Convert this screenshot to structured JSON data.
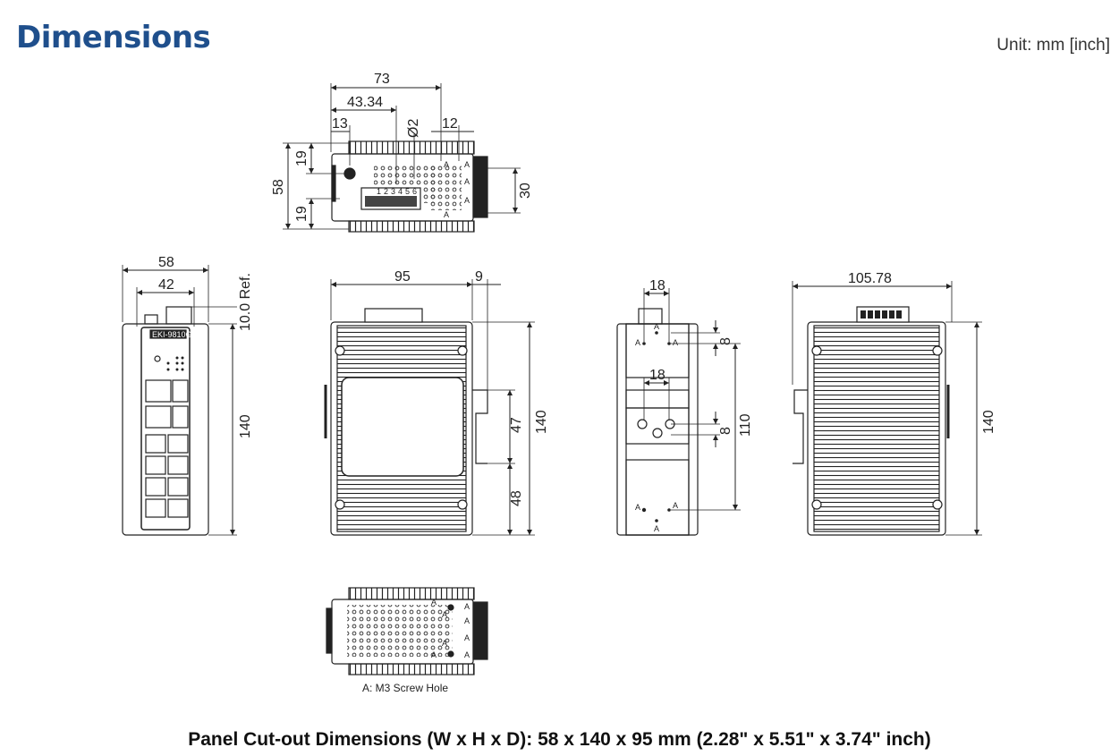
{
  "header": {
    "title": "Dimensions",
    "unit": "Unit: mm [inch]"
  },
  "top_view": {
    "dims": {
      "d73": "73",
      "d43": "43.34",
      "d13": "13",
      "phi2": "Ø2",
      "d12": "12",
      "d58": "58",
      "d19a": "19",
      "d19b": "19",
      "d30": "30"
    },
    "terminal_numbers": [
      "1",
      "2",
      "3",
      "4",
      "5",
      "6"
    ],
    "screw_labels": [
      "A",
      "A",
      "A",
      "A",
      "A"
    ]
  },
  "front_view": {
    "dims": {
      "d58": "58",
      "d42": "42",
      "ref": "10.0 Ref.",
      "d140": "140"
    },
    "model_label": "EKI-9810G"
  },
  "side_view": {
    "dims": {
      "d95": "95",
      "d9": "9",
      "d47": "47",
      "d48": "48",
      "d140": "140"
    }
  },
  "rear_view": {
    "dims": {
      "d18a": "18",
      "d8a": "8",
      "d18b": "18",
      "d8b": "8",
      "d110": "110"
    },
    "screw_labels": [
      "A",
      "A",
      "A",
      "A",
      "A",
      "A"
    ]
  },
  "right_view": {
    "dims": {
      "d105": "105.78",
      "d140": "140"
    }
  },
  "bottom_view": {
    "screw_labels": [
      "A",
      "A",
      "A",
      "A",
      "A",
      "A",
      "A",
      "A"
    ],
    "note": "A: M3 Screw Hole"
  },
  "footer": {
    "caption": "Panel Cut-out Dimensions (W x H x D): 58 x 140 x 95 mm (2.28\" x 5.51\" x 3.74\" inch)"
  }
}
